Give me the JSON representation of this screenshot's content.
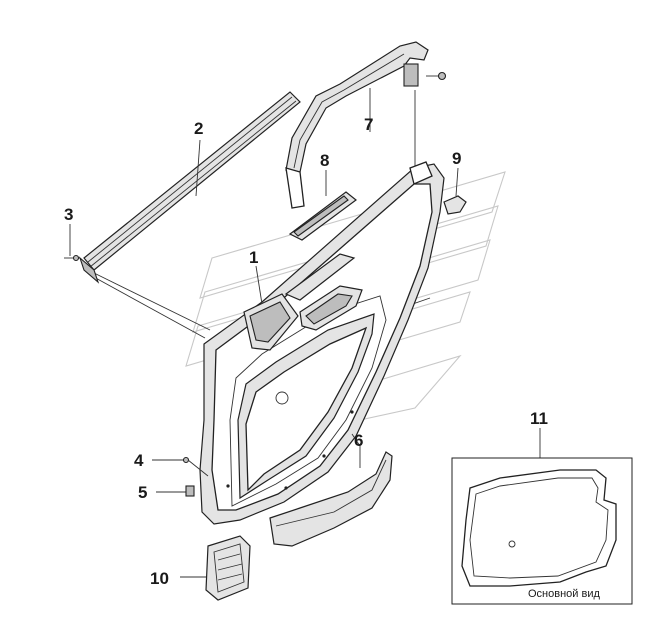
{
  "colors": {
    "line": "#222222",
    "fill_light": "#e4e4e4",
    "fill_dark": "#bdbdbd",
    "watermark": "#c8c8c8"
  },
  "callouts": [
    {
      "id": "1",
      "label": "1"
    },
    {
      "id": "2",
      "label": "2"
    },
    {
      "id": "3",
      "label": "3"
    },
    {
      "id": "4",
      "label": "4"
    },
    {
      "id": "5",
      "label": "5"
    },
    {
      "id": "6",
      "label": "6"
    },
    {
      "id": "7",
      "label": "7"
    },
    {
      "id": "8",
      "label": "8"
    },
    {
      "id": "9",
      "label": "9"
    },
    {
      "id": "10",
      "label": "10"
    },
    {
      "id": "11",
      "label": "11"
    }
  ],
  "inset": {
    "caption": "Основной вид"
  }
}
